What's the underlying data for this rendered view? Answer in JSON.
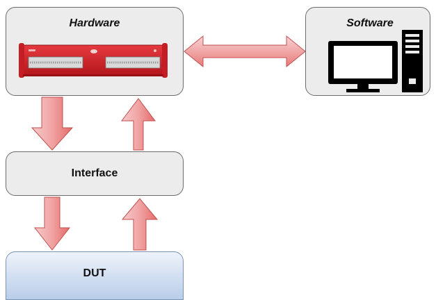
{
  "diagram": {
    "hardware": {
      "title": "Hardware"
    },
    "software": {
      "title": "Software"
    },
    "interface": {
      "label": "Interface"
    },
    "dut": {
      "label": "DUT"
    }
  },
  "colors": {
    "box_fill": "#ececec",
    "box_border": "#6b6b6b",
    "arrow_fill_light": "#f8c9c9",
    "arrow_fill_dark": "#e56b6b",
    "arrow_stroke": "#c0504d",
    "dut_fill_top": "#eef3fb",
    "dut_fill_bottom": "#b9cde9",
    "device_red": "#d8242b"
  },
  "icons": [
    "daq-device-image",
    "desktop-computer-icon"
  ]
}
